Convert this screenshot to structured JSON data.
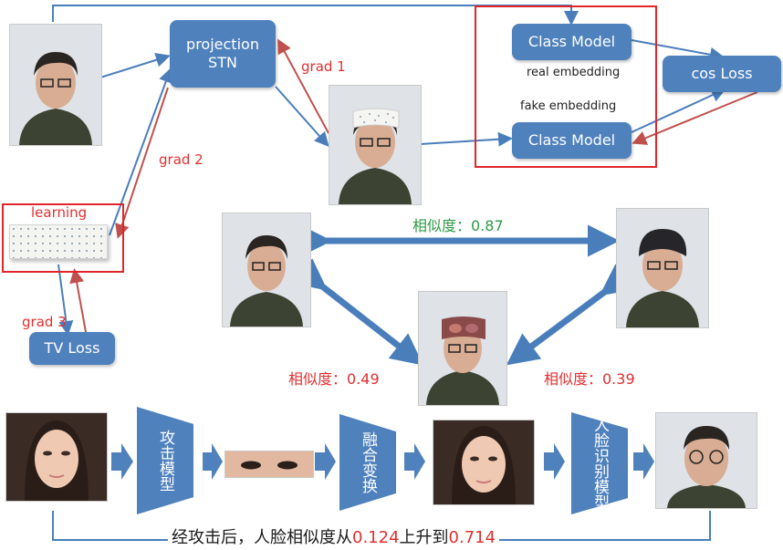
{
  "boxes": {
    "projection_stn": "projection\nSTN",
    "class_model_top": "Class Model",
    "class_model_bottom": "Class Model",
    "cos_loss": "cos Loss",
    "tv_loss": "TV Loss"
  },
  "labels": {
    "grad1": "grad 1",
    "grad2": "grad 2",
    "grad3": "grad 3",
    "learning": "learning",
    "real_embedding": "real embedding",
    "fake_embedding": "fake embedding",
    "similarity_top": "相似度：0.87",
    "similarity_left": "相似度：0.49",
    "similarity_right": "相似度：0.39"
  },
  "pipeline": {
    "attack_model": "攻击模型",
    "fusion_transform": "融合变换",
    "face_recognition_model": "人脸识别模型",
    "caption_prefix": "经攻击后，人脸相似度从",
    "caption_from": "0.124",
    "caption_mid": "上升到",
    "caption_to": "0.714"
  },
  "colors": {
    "box_blue": "#4f81bd",
    "arrow_blue": "#4a7ebb",
    "arrow_red": "#c0504d",
    "frame_red": "#e0262b",
    "similarity_green": "#2e9a44",
    "similarity_red": "#e03030"
  }
}
